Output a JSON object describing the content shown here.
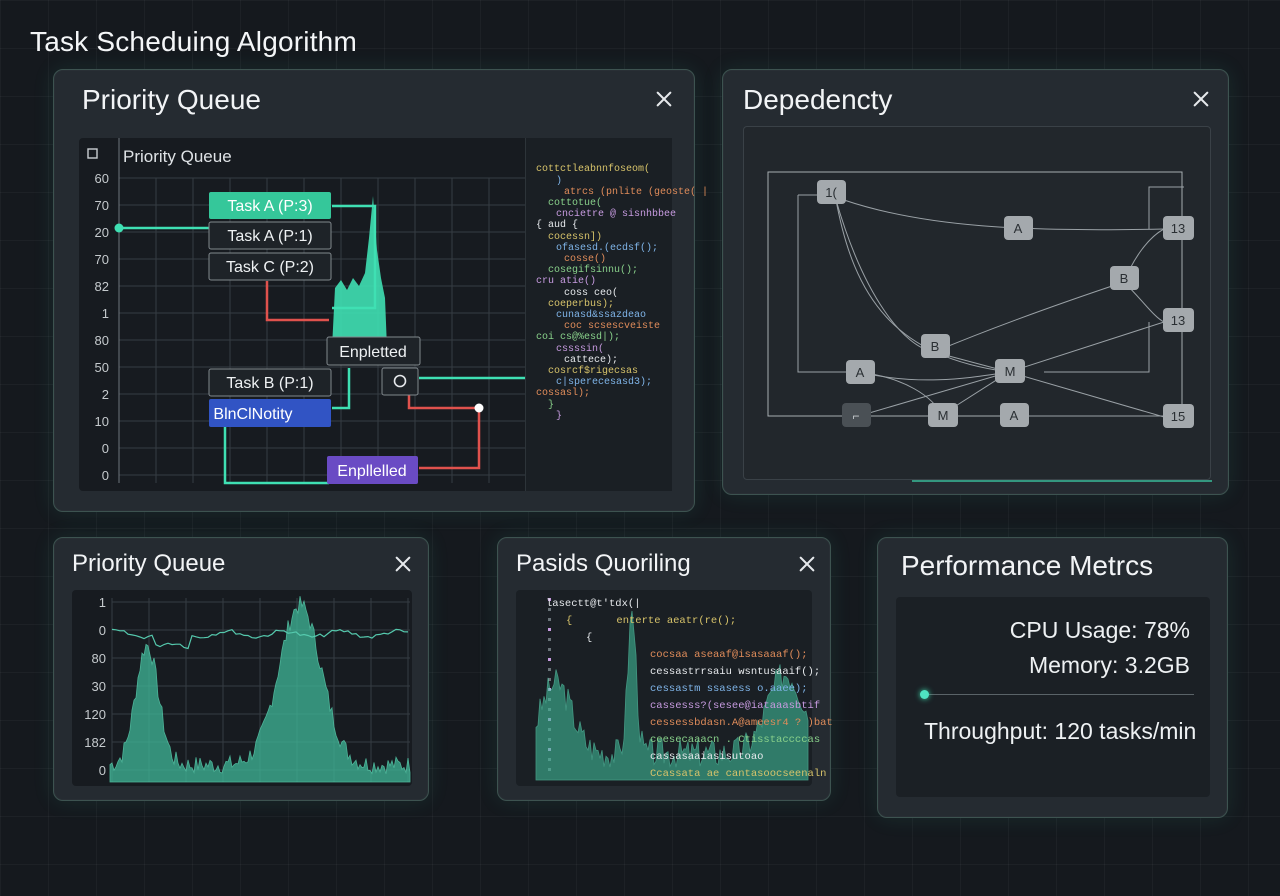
{
  "page": {
    "title": "Task Scheduing Algorithm"
  },
  "panels": {
    "priority_main": {
      "title": "Priority Queue",
      "chart_title": "Priority Queue",
      "y_labels": [
        "60",
        "70",
        "20",
        "70",
        "82",
        "1",
        "80",
        "50",
        "2",
        "10",
        "0",
        "0"
      ],
      "tasks": [
        {
          "label": "Task A (P:3)",
          "style": "green"
        },
        {
          "label": "Task A (P:1)",
          "style": "dark"
        },
        {
          "label": "Task C (P:2)",
          "style": "dark"
        },
        {
          "label": "Enpletted",
          "style": "dark"
        },
        {
          "label": "Task B (P:1)",
          "style": "dark"
        },
        {
          "label": "BlnClNotity",
          "style": "blue"
        },
        {
          "label": "Enpllelled",
          "style": "purple"
        }
      ],
      "code_lines": [
        "cottctleabnnfoseom(",
        ")",
        "atrcs (pnlite (geoste( |",
        "cottotue(",
        "cncietre @ sisnhbbee",
        "{ aud {",
        "cocessn])",
        "ofasesd.(ecdsf();",
        "cosse()",
        "cosegifsinnu();",
        "cru atie()",
        "coss ceo(",
        "coeperbus);",
        "cunasd&ssazdeao",
        "coc scsescveiste",
        "coi cs@%esd|);",
        "cssssin(",
        "cattece);",
        "cosrcf$rigecsas",
        "c|sperecesasd3);",
        "cossasl);",
        "}",
        "}"
      ]
    },
    "dependency": {
      "title": "Depedencty",
      "nodes": [
        {
          "id": "n1",
          "label": "1("
        },
        {
          "id": "n2",
          "label": "A"
        },
        {
          "id": "n3",
          "label": "13"
        },
        {
          "id": "n4",
          "label": "B"
        },
        {
          "id": "n5",
          "label": "13"
        },
        {
          "id": "n6",
          "label": "B"
        },
        {
          "id": "n7",
          "label": "A"
        },
        {
          "id": "n8",
          "label": "M"
        },
        {
          "id": "n9",
          "label": "⌐"
        },
        {
          "id": "n10",
          "label": "M"
        },
        {
          "id": "n11",
          "label": "A"
        },
        {
          "id": "n12",
          "label": "15"
        }
      ]
    },
    "priority_small": {
      "title": "Priority Queue",
      "y_labels": [
        "1",
        "0",
        "80",
        "30",
        "120",
        "182",
        "0"
      ]
    },
    "pasids": {
      "title": "Pasids Quoriling",
      "code_lines": [
        "lasectt@t'tdx(|",
        "{       enterte aeatr(re();",
        "{",
        "cocsaa aseaaf@isasaaaf();",
        "cessastrrsaiu wsntusaaif();",
        "cessastm ssasess o.aaee);",
        "cassesss?(sesee@iataaasbtif",
        "cessessbdasn.A@ameesr4 ? )bat",
        "ceesecaaacn . Ctisstaccccas",
        "cassasaaiasisutoao",
        "Ccassata ae cantasoocseenaln"
      ]
    },
    "performance": {
      "title": "Performance Metrcs",
      "cpu": "CPU Usage: 78%",
      "memory": "Memory: 3.2GB",
      "throughput": "Throughput: 120 tasks/min"
    }
  },
  "colors": {
    "accent": "#3fe0b3",
    "red": "#e0524d",
    "blue": "#3154c4",
    "purple": "#6a4bc4",
    "panel": "#252b31"
  }
}
